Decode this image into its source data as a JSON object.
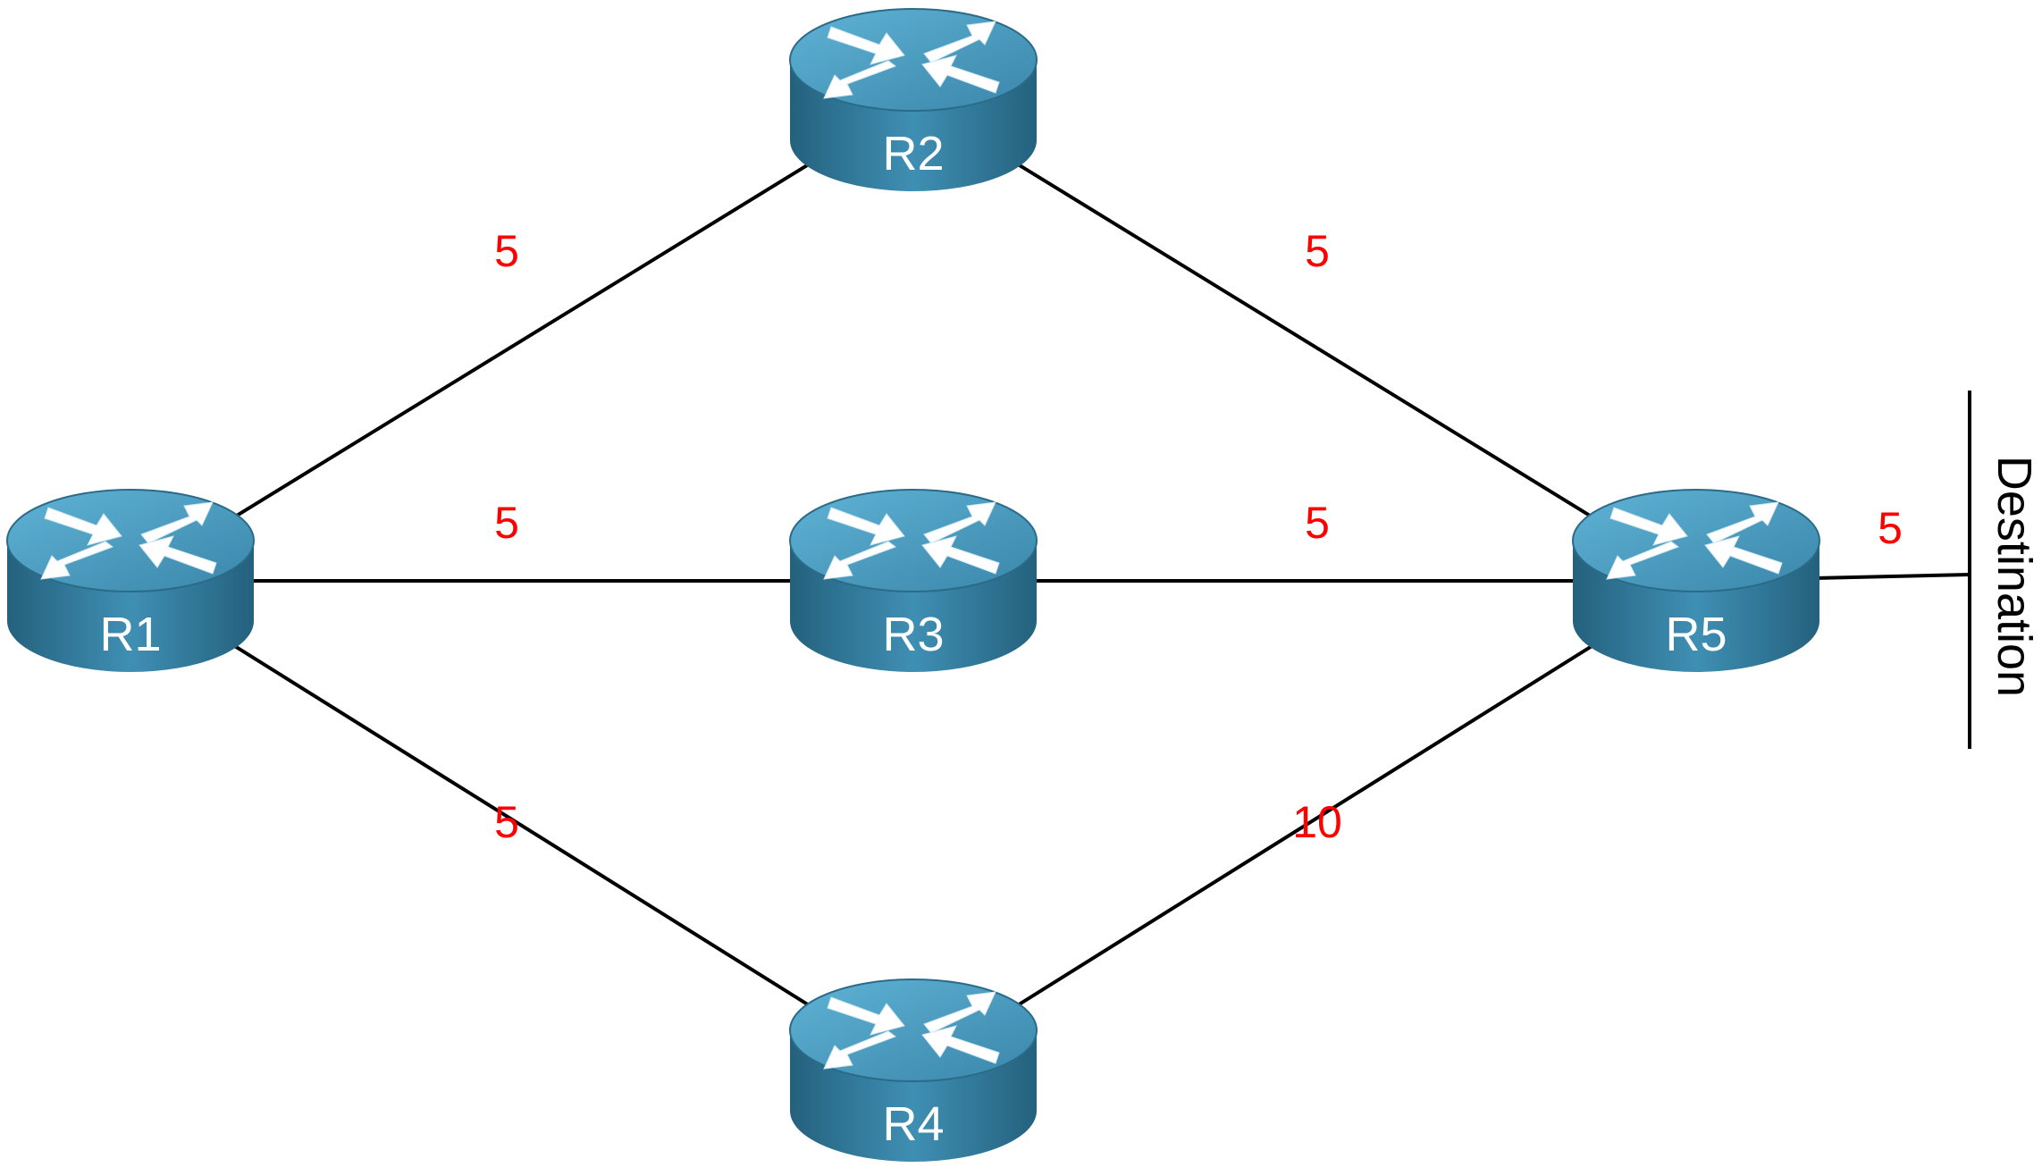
{
  "colors": {
    "link": "#000000",
    "cost": "#ff0000",
    "router_top": "#4a9dc0",
    "router_side": "#2f6f8e",
    "router_label": "#ffffff"
  },
  "routers": [
    {
      "id": "R1",
      "label": "R1",
      "icon": "router-icon"
    },
    {
      "id": "R2",
      "label": "R2",
      "icon": "router-icon"
    },
    {
      "id": "R3",
      "label": "R3",
      "icon": "router-icon"
    },
    {
      "id": "R4",
      "label": "R4",
      "icon": "router-icon"
    },
    {
      "id": "R5",
      "label": "R5",
      "icon": "router-icon"
    }
  ],
  "links": [
    {
      "from": "R1",
      "to": "R2",
      "cost": "5"
    },
    {
      "from": "R1",
      "to": "R3",
      "cost": "5"
    },
    {
      "from": "R1",
      "to": "R4",
      "cost": "5"
    },
    {
      "from": "R2",
      "to": "R5",
      "cost": "5"
    },
    {
      "from": "R3",
      "to": "R5",
      "cost": "5"
    },
    {
      "from": "R4",
      "to": "R5",
      "cost": "10"
    },
    {
      "from": "R5",
      "to": "Destination",
      "cost": "5"
    }
  ],
  "destination": {
    "label": "Destination"
  }
}
